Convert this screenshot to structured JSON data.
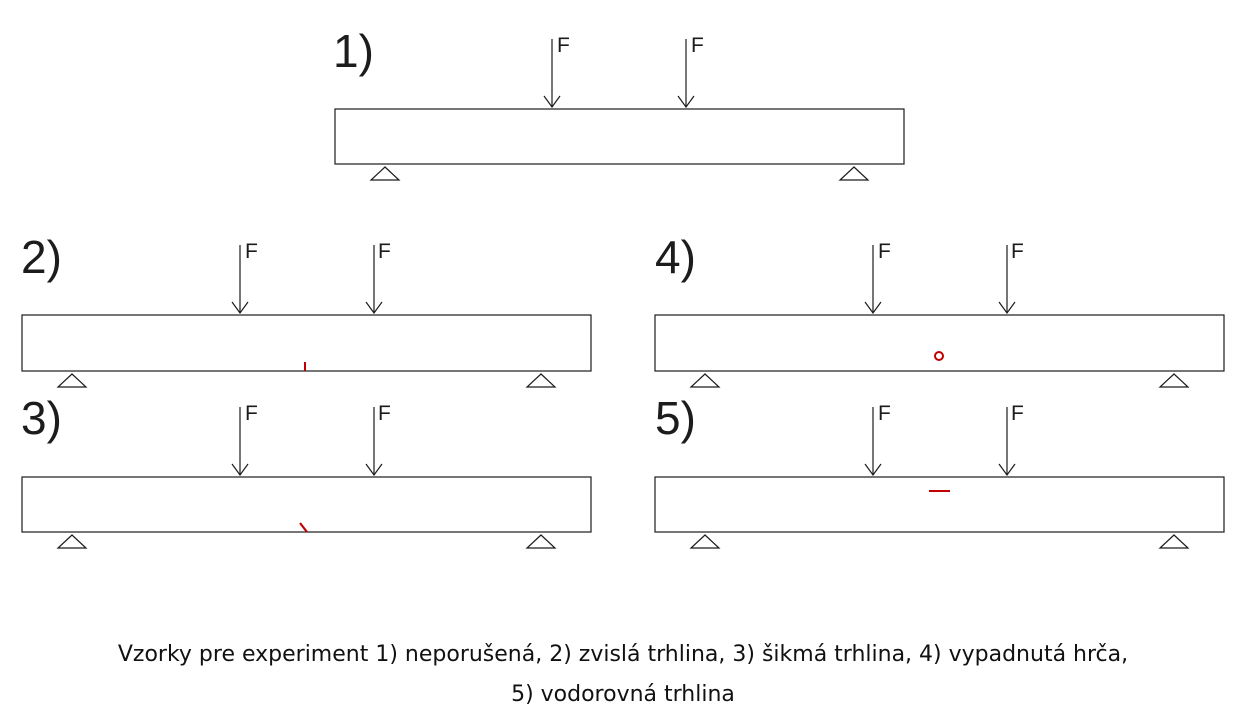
{
  "colors": {
    "line": "#1c1c1c",
    "crack": "#c00000",
    "background": "#ffffff"
  },
  "force_label": "F",
  "specimens": [
    {
      "id": "1",
      "number_label": "1)",
      "defect": "none"
    },
    {
      "id": "2",
      "number_label": "2)",
      "defect": "vertical-crack"
    },
    {
      "id": "3",
      "number_label": "3)",
      "defect": "oblique-crack"
    },
    {
      "id": "4",
      "number_label": "4)",
      "defect": "fallen-out-knot"
    },
    {
      "id": "5",
      "number_label": "5)",
      "defect": "horizontal-crack"
    }
  ],
  "caption": {
    "line1": "Vzorky pre experiment 1) neporušená, 2) zvislá trhlina, 3) šikmá trhlina, 4) vypadnutá hrča,",
    "line2": "5) vodorovná trhlina"
  }
}
